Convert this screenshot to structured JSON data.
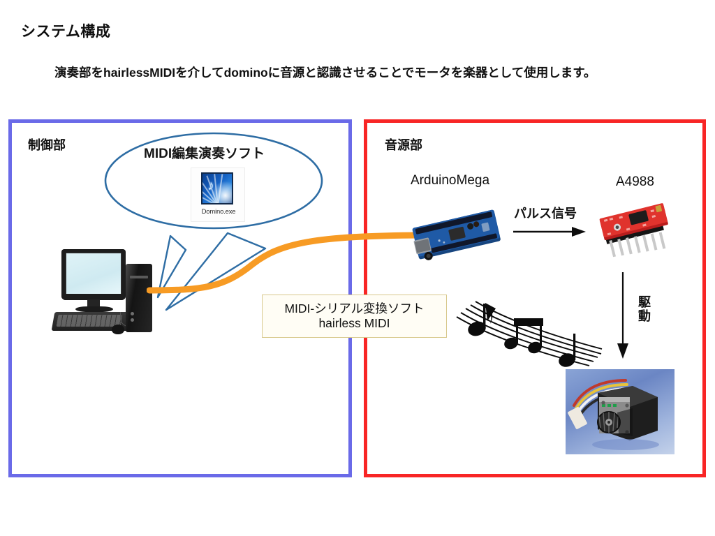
{
  "slide": {
    "title": "システム構成",
    "body": "演奏部をhairlessMIDIを介してdominoに音源と認識させることでモータを楽器として使用します。"
  },
  "control_region": {
    "label": "制御部",
    "border_color": "#6a6ae8",
    "bubble": {
      "title": "MIDI編集演奏ソフト",
      "outline_color": "#2e6da4",
      "icon_caption": "Domino.exe",
      "icon_name": "domino-exe-icon"
    },
    "pc_name": "desktop-pc-illustration"
  },
  "sound_region": {
    "label": "音源部",
    "border_color": "#f82525",
    "arduino_label": "ArduinoMega",
    "driver_label": "A4988",
    "pulse_arrow_label": "パルス信号",
    "drive_arrow_label": "駆動",
    "motor_name": "stepper-motor-photo",
    "notes_name": "music-notes-illustration"
  },
  "hairless_callout": {
    "line1": "MIDI-シリアル変換ソフト",
    "line2": "hairless MIDI",
    "border_color": "#d8c88c"
  },
  "cable": {
    "name": "usb-serial-cable",
    "color": "#f79b24"
  }
}
